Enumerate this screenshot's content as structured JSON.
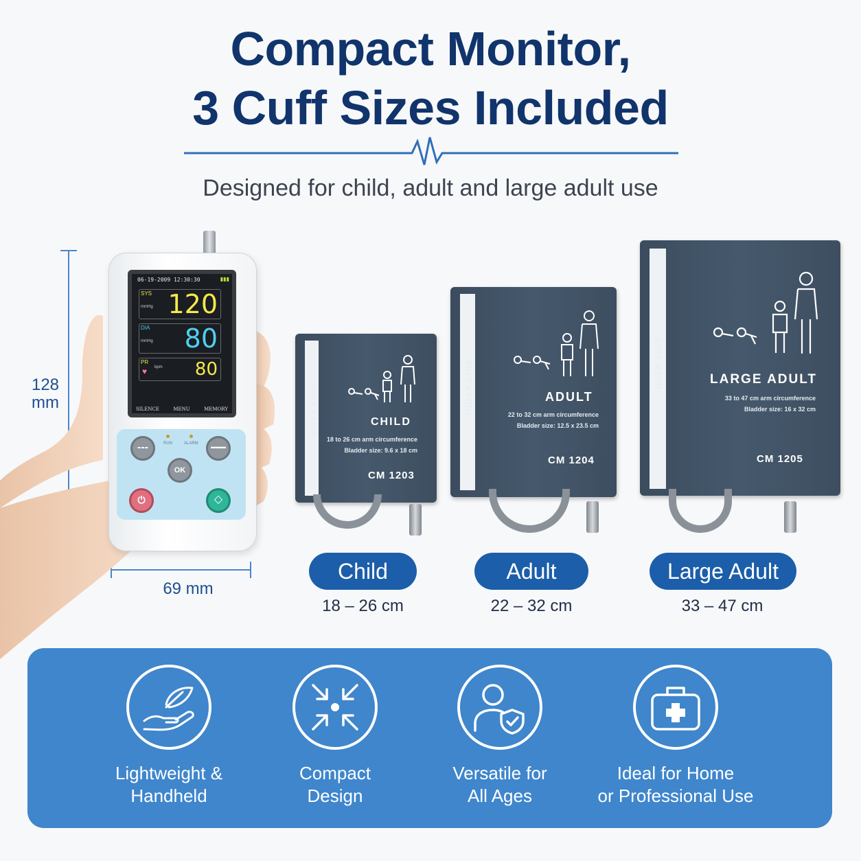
{
  "header": {
    "title_line1": "Compact Monitor,",
    "title_line2": "3 Cuff Sizes Included",
    "subtitle": "Designed for child, adult and large adult use"
  },
  "dimensions": {
    "height_value": "128",
    "height_unit": "mm",
    "width": "69 mm"
  },
  "monitor": {
    "datetime": "06-19-2009 12:30:30",
    "battery": "▮▮▮",
    "readings": [
      {
        "label": "SYS",
        "unit": "mmHg",
        "value": "120",
        "color": "#f5e94a"
      },
      {
        "label": "DIA",
        "unit": "mmHg",
        "value": "80",
        "color": "#4fd0f0"
      },
      {
        "label": "PR",
        "unit": "bpm",
        "value": "80",
        "color": "#f5e94a"
      }
    ],
    "menu": [
      "SILENCE",
      "MENU",
      "MEMORY"
    ],
    "keypad": {
      "led1": "RUN",
      "led2": "ALARM",
      "ok": "OK"
    }
  },
  "cuffs": [
    {
      "index_label": "INDEX LINE",
      "name": "CHILD",
      "circ": "18 to 26 cm arm circumference",
      "bladder": "Bladder size: 9.6 x 18 cm",
      "model": "CM 1203",
      "pill": "Child",
      "range": "18 – 26 cm"
    },
    {
      "index_label": "INDEX LINE",
      "name": "ADULT",
      "circ": "22 to 32 cm arm circumference",
      "bladder": "Bladder size: 12.5 x 23.5 cm",
      "model": "CM 1204",
      "pill": "Adult",
      "range": "22 – 32 cm"
    },
    {
      "index_label": "INDEX LINE",
      "name": "LARGE ADULT",
      "circ": "33 to 47 cm arm circumference",
      "bladder": "Bladder size: 16 x 32 cm",
      "model": "CM 1205",
      "pill": "Large Adult",
      "range": "33 – 47 cm"
    }
  ],
  "features": [
    {
      "icon": "feather-hand-icon",
      "line1": "Lightweight &",
      "line2": "Handheld"
    },
    {
      "icon": "compress-arrows-icon",
      "line1": "Compact",
      "line2": "Design"
    },
    {
      "icon": "user-shield-icon",
      "line1": "Versatile for",
      "line2": "All Ages"
    },
    {
      "icon": "first-aid-kit-icon",
      "line1": "Ideal for Home",
      "line2": "or Professional Use"
    }
  ],
  "colors": {
    "title": "#10346b",
    "accent": "#1c5ea9",
    "panel": "#3f86cc",
    "cuff": "#43556a"
  }
}
